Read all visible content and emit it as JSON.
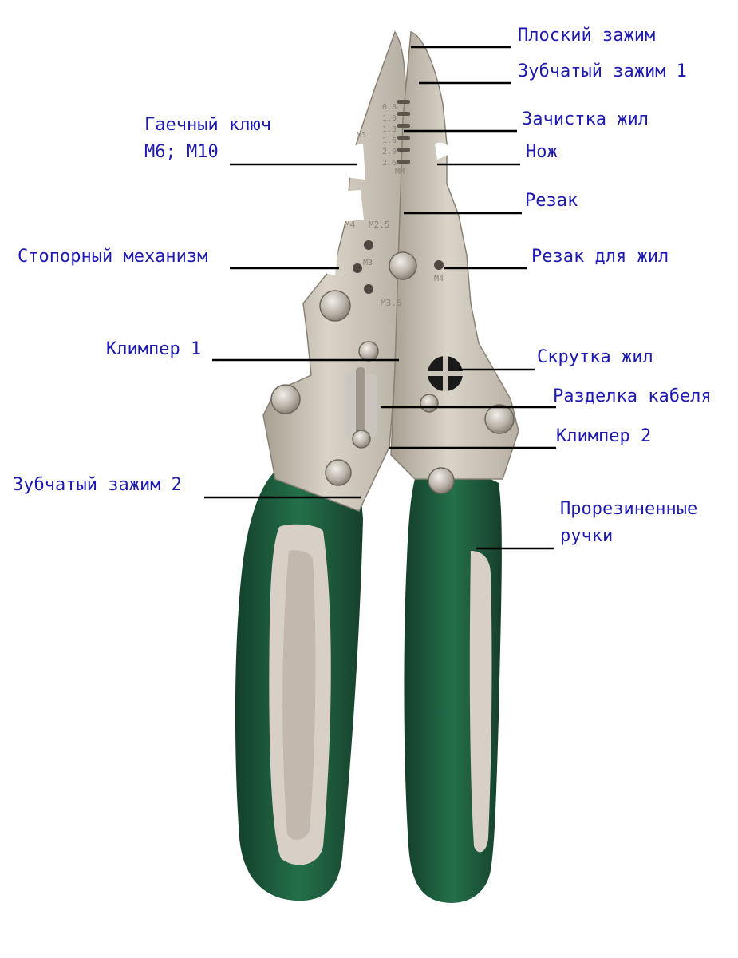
{
  "labels": {
    "flat_clamp": "Плоский зажим",
    "toothed_clamp_1": "Зубчатый зажим 1",
    "strip_wires": "Зачистка жил",
    "knife": "Нож",
    "wrench_line1": "Гаечный ключ",
    "wrench_line2": "М6; М10",
    "cutter": "Резак",
    "lock_mechanism": "Стопорный механизм",
    "wire_cutter": "Резак для жил",
    "crimper_1": "Климпер 1",
    "twist_wires": "Скрутка жил",
    "cable_strip": "Разделка кабеля",
    "crimper_2": "Климпер 2",
    "toothed_clamp_2": "Зубчатый зажим 2",
    "handles_line1": "Прорезиненные",
    "handles_line2": "ручки"
  },
  "tool_stamps": {
    "sizes": [
      "0.8",
      "1.0",
      "1.3",
      "1.6",
      "2.0",
      "2.6"
    ],
    "m3_top": "M3",
    "mm": "MM",
    "m4_left": "M4",
    "m25": "M2.5",
    "m3_mid": "M3",
    "m4_right": "M4",
    "m35": "M3.5"
  },
  "colors": {
    "label_text": "#1e1ab0",
    "leader_line": "#000000",
    "steel": "#cbc5ba",
    "handle_green": "#1f5c3e",
    "handle_grip": "#d8cfc6"
  }
}
